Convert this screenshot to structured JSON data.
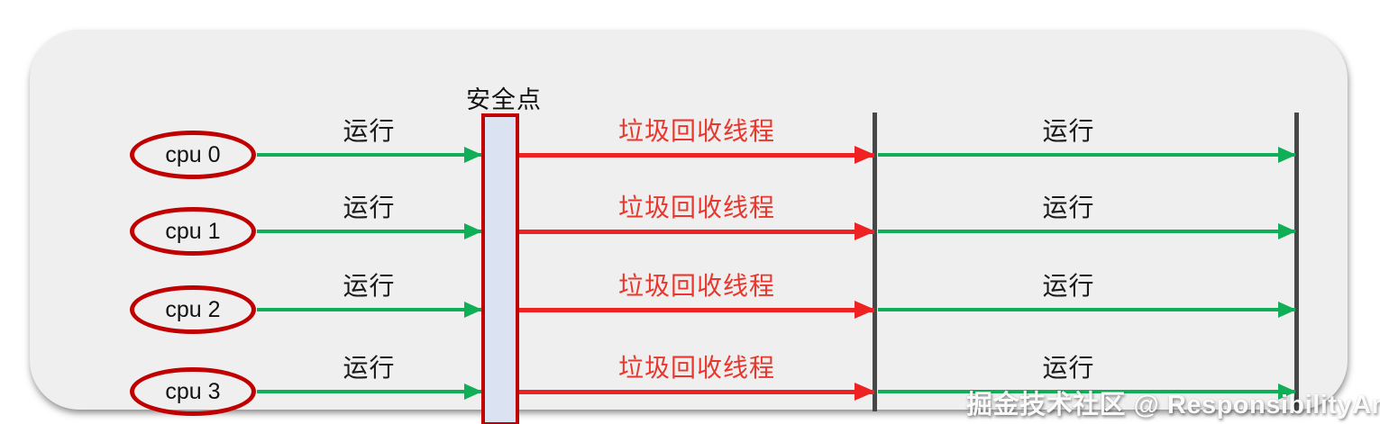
{
  "diagram": {
    "safe_point_label": "安全点",
    "watermark": "掘金技术社区 @ ResponsibilityAmbiti",
    "colors": {
      "panel_bg": "#f0eff0",
      "run_arrow_green": "#0fae57",
      "gc_arrow_red": "#ee2222",
      "gc_text_red": "#e8382d",
      "node_border_dark_red": "#c00000",
      "safe_point_fill": "#dbe3f2",
      "divider_gray": "#474747"
    },
    "rows": [
      {
        "cpu": "cpu 0",
        "run1": "运行",
        "gc": "垃圾回收线程",
        "run2": "运行"
      },
      {
        "cpu": "cpu 1",
        "run1": "运行",
        "gc": "垃圾回收线程",
        "run2": "运行"
      },
      {
        "cpu": "cpu 2",
        "run1": "运行",
        "gc": "垃圾回收线程",
        "run2": "运行"
      },
      {
        "cpu": "cpu 3",
        "run1": "运行",
        "gc": "垃圾回收线程",
        "run2": "运行"
      }
    ]
  }
}
